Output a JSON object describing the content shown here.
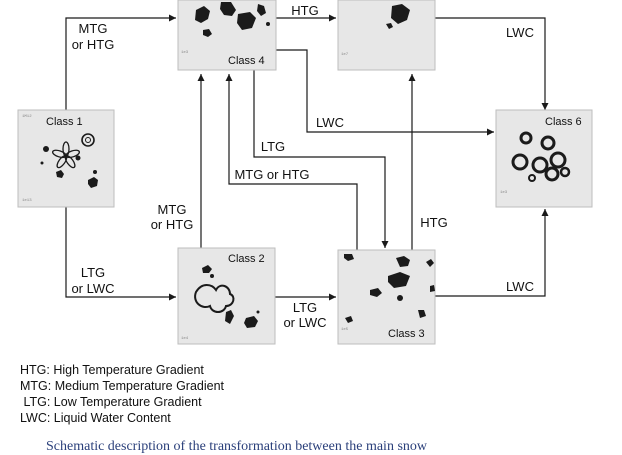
{
  "figure": {
    "classes": {
      "c1": {
        "label": "Class 1",
        "codes": [
          "1M12",
          "1e13"
        ]
      },
      "c2": {
        "label": "Class 2",
        "codes": [
          "1e4"
        ]
      },
      "c3": {
        "label": "Class 3",
        "codes": [
          "1e5"
        ]
      },
      "c4": {
        "label": "Class 4",
        "codes": [
          "1e3"
        ]
      },
      "c5": {
        "codes": [
          "1e7"
        ]
      },
      "c6": {
        "label": "Class 6",
        "codes": [
          "1e3"
        ]
      }
    },
    "transitions": {
      "c1_c4": [
        "MTG",
        "or HTG"
      ],
      "c1_c2": [
        "LTG",
        "or LWC"
      ],
      "c2_c4": [
        "MTG",
        "or HTG"
      ],
      "c2_c3": [
        "LTG",
        "or LWC"
      ],
      "c4_c5": [
        "HTG"
      ],
      "c4_c6": [
        "LWC"
      ],
      "c4_c3": [
        "LTG"
      ],
      "c3_c4": [
        "MTG or HTG"
      ],
      "c3_c5": [
        "HTG"
      ],
      "c5_c6": [
        "LWC"
      ],
      "c3_c6": [
        "LWC"
      ]
    },
    "legend": [
      "HTG: High Temperature Gradient",
      "MTG: Medium Temperature Gradient",
      " LTG: Low Temperature Gradient",
      "LWC: Liquid Water Content"
    ],
    "caption": "Schematic description of the transformation between the main snow"
  }
}
